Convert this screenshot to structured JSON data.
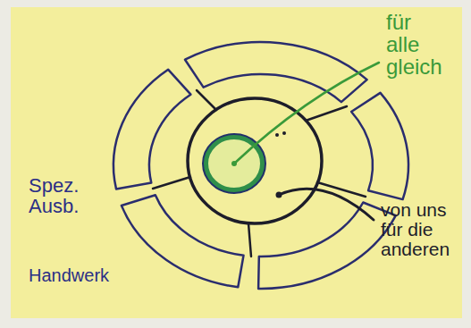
{
  "diagram": {
    "labels": [
      "für alle gleich",
      "von uns für die anderen",
      "Spez. Ausb.",
      "Handwerk"
    ]
  }
}
